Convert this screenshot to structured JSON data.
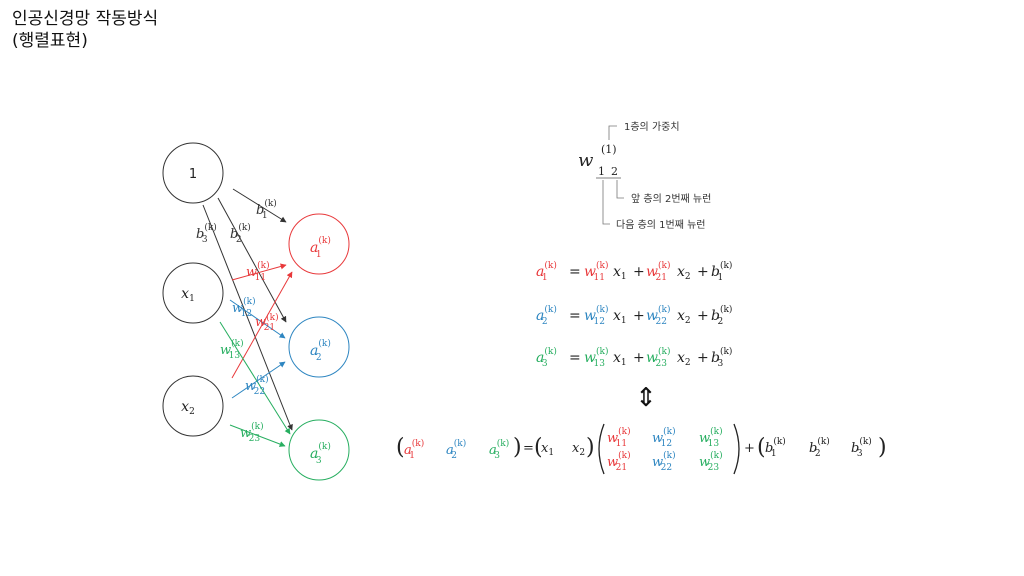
{
  "title": {
    "line1": "인공신경망 작동방식",
    "line2": "(행렬표현)"
  },
  "colors": {
    "black": "#333333",
    "red": "#e8393b",
    "blue": "#2e86c1",
    "green": "#27ae60"
  },
  "network": {
    "nodes": {
      "bias": "1",
      "x1": "x",
      "x1_sub": "1",
      "x2": "x",
      "x2_sub": "2",
      "a1": "a",
      "a1_sub": "1",
      "a2": "a",
      "a2_sub": "2",
      "a3": "a",
      "a3_sub": "3",
      "sup": "(k)"
    },
    "edge_labels": {
      "b1": "b",
      "b1_sub": "1",
      "b2": "b",
      "b2_sub": "2",
      "b3": "b",
      "b3_sub": "3",
      "w11": "w",
      "w11_sub": "11",
      "w12": "w",
      "w12_sub": "12",
      "w13": "w",
      "w13_sub": "13",
      "w21": "w",
      "w21_sub": "21",
      "w22": "w",
      "w22_sub": "22",
      "w23": "w",
      "w23_sub": "23"
    }
  },
  "notation": {
    "symbol": "w",
    "superscript": "(1)",
    "sub1": "1",
    "sub2": "2",
    "note_layer": "1층의 가중치",
    "note_prev": "앞 층의 2번째 뉴런",
    "note_next": "다음 층의 1번째 뉴런"
  },
  "equations": {
    "eq": "=",
    "plus": "+",
    "sup": "(k)",
    "x": "x",
    "a": "a",
    "w": "w",
    "b": "b"
  },
  "arrow_symbol": "⇕",
  "matrix": {
    "lparen": "(",
    "rparen": ")",
    "equals": "=",
    "plus": "+"
  }
}
